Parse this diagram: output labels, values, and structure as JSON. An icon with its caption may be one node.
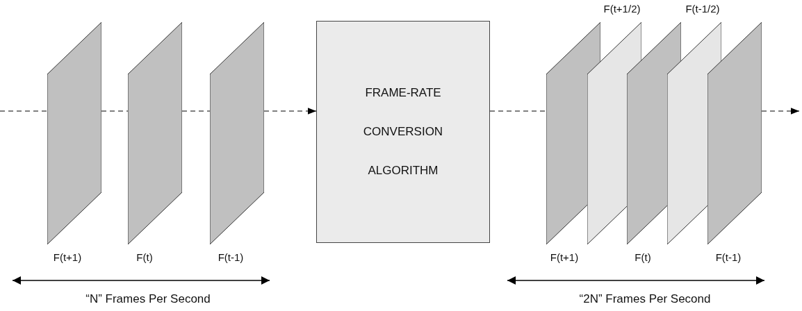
{
  "diagram": {
    "nodes": [
      {
        "text": [],
        "shape": "parallelogram",
        "beside": [
          "F(t+1)"
        ]
      },
      {
        "text": [],
        "shape": "parallelogram",
        "beside": [
          "F(t)"
        ]
      },
      {
        "text": [],
        "shape": "parallelogram",
        "beside": [
          "F(t-1)"
        ]
      },
      {
        "text": [
          "FRAME-RATE CONVERSION ALGORITHM"
        ]
      },
      {
        "text": [],
        "shape": "parallelogram",
        "beside": [
          "F(t+1)"
        ]
      },
      {
        "text": [],
        "shape": "parallelogram",
        "beside": [
          "F(t+1/2)"
        ]
      },
      {
        "text": [],
        "shape": "parallelogram",
        "beside": [
          "F(t)"
        ]
      },
      {
        "text": [],
        "shape": "parallelogram",
        "beside": [
          "F(t-1/2)"
        ]
      },
      {
        "text": [],
        "shape": "parallelogram",
        "beside": [
          "F(t-1)"
        ]
      }
    ],
    "edges": [
      {
        "from": null,
        "to": 0,
        "arrow": "none",
        "style": "dashed"
      },
      {
        "from": 0,
        "to": 1,
        "arrow": "none",
        "style": "dashed"
      },
      {
        "from": 1,
        "to": 2,
        "arrow": "none",
        "style": "dashed"
      },
      {
        "from": 2,
        "to": 3,
        "arrow": "to",
        "style": "dashed"
      },
      {
        "from": 3,
        "to": 4,
        "arrow": "none",
        "style": "dashed"
      },
      {
        "from": 8,
        "to": null,
        "arrow": "to",
        "style": "dashed"
      }
    ],
    "labels": [
      "“N” Frames Per Second",
      "“2N” Frames Per Second"
    ]
  }
}
